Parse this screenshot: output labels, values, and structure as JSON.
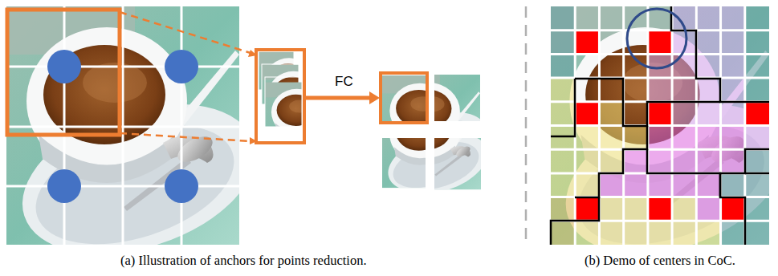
{
  "diagram": {
    "labels": [
      "FC",
      "(a) Illustration of anchors for points reduction.",
      "(b) Demo of centers in CoC."
    ]
  }
}
